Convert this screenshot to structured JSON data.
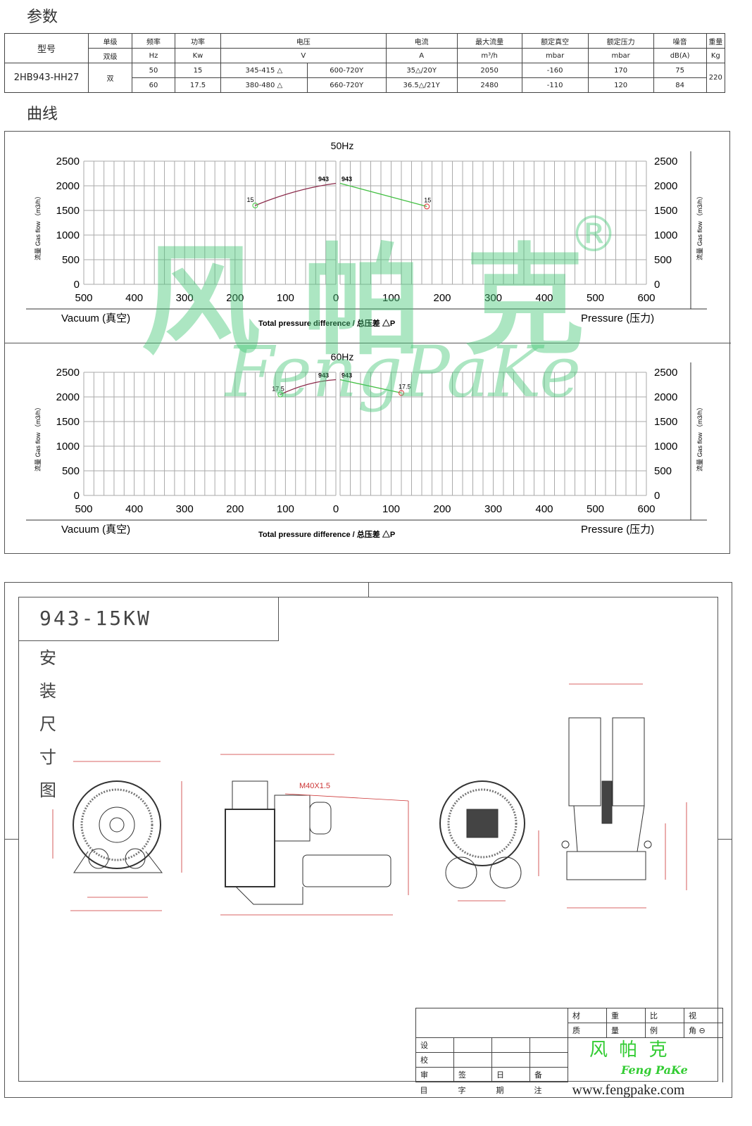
{
  "sections": {
    "params": "参数",
    "curves": "曲线"
  },
  "spec_table": {
    "model_label": "型号",
    "headers": [
      "单级",
      "频率",
      "功率",
      "电压",
      "电流",
      "最大流量",
      "额定真空",
      "额定压力",
      "噪音",
      "重量"
    ],
    "units": [
      "双级",
      "Hz",
      "Kw",
      "V",
      "A",
      "m³/h",
      "mbar",
      "mbar",
      "dB(A)",
      "Kg"
    ],
    "model": "2HB943-HH27",
    "stage": "双",
    "weight": "220",
    "rows": [
      {
        "hz": "50",
        "kw": "15",
        "v_delta": "345-415 △",
        "v_y": "600-720Y",
        "a": "35△/20Y",
        "flow": "2050",
        "vac": "-160",
        "press": "170",
        "noise": "75"
      },
      {
        "hz": "60",
        "kw": "17.5",
        "v_delta": "380-480 △",
        "v_y": "660-720Y",
        "a": "36.5△/21Y",
        "flow": "2480",
        "vac": "-110",
        "press": "120",
        "noise": "84"
      }
    ]
  },
  "chart_data": [
    {
      "type": "line",
      "title": "50Hz",
      "ylabel": "流量 Gas flow （m3/h）",
      "xlabel": "Total pressure difference / 总压差 △P",
      "left_label": "Vacuum (真空)",
      "right_label": "Pressure (压力)",
      "vacuum_ticks": [
        "500",
        "400",
        "300",
        "200",
        "100",
        "0"
      ],
      "pressure_ticks": [
        "100",
        "200",
        "300",
        "400",
        "500",
        "600"
      ],
      "y_ticks": [
        "2500",
        "2000",
        "1500",
        "1000",
        "500",
        "0"
      ],
      "ylim": [
        0,
        2500
      ],
      "vacuum_xlim": [
        0,
        500
      ],
      "pressure_xlim": [
        0,
        600
      ],
      "series": [
        {
          "name": "vacuum",
          "color": "#8b2a4a",
          "points": [
            [
              160,
              1600
            ],
            [
              0,
              2050
            ]
          ],
          "start_label": "15",
          "end_label": "943"
        },
        {
          "name": "pressure",
          "color": "#44c044",
          "points": [
            [
              0,
              2050
            ],
            [
              170,
              1580
            ]
          ],
          "start_label": "943",
          "end_label": "15"
        }
      ]
    },
    {
      "type": "line",
      "title": "60Hz",
      "ylabel": "流量 Gas flow （m3/h）",
      "xlabel": "Total pressure difference / 总压差 △P",
      "left_label": "Vacuum (真空)",
      "right_label": "Pressure (压力)",
      "vacuum_ticks": [
        "500",
        "400",
        "300",
        "200",
        "100",
        "0"
      ],
      "pressure_ticks": [
        "100",
        "200",
        "300",
        "400",
        "500",
        "600"
      ],
      "y_ticks": [
        "2500",
        "2000",
        "1500",
        "1000",
        "500",
        "0"
      ],
      "ylim": [
        0,
        2500
      ],
      "vacuum_xlim": [
        0,
        500
      ],
      "pressure_xlim": [
        0,
        600
      ],
      "series": [
        {
          "name": "vacuum",
          "color": "#8b2a4a",
          "points": [
            [
              110,
              2050
            ],
            [
              0,
              2350
            ]
          ],
          "start_label": "17.5",
          "end_label": "943"
        },
        {
          "name": "pressure",
          "color": "#44c044",
          "points": [
            [
              0,
              2350
            ],
            [
              120,
              2080
            ]
          ],
          "start_label": "943",
          "end_label": "17.5"
        }
      ]
    }
  ],
  "watermark": {
    "cn": "风帕克",
    "en": "FengPaKe",
    "reg": "®"
  },
  "drawing": {
    "title": "943-15KW",
    "side_title": [
      "安",
      "装",
      "尺",
      "寸",
      "图"
    ],
    "thread_label": "M40X1.5"
  },
  "title_block": {
    "r1": [
      "材",
      "重",
      "比",
      "视"
    ],
    "r2": [
      "质",
      "量",
      "例",
      "角"
    ],
    "rows": [
      "设",
      "校",
      "审"
    ],
    "bottom": [
      "目",
      "字",
      "期",
      "注"
    ],
    "mid": [
      "签",
      "日",
      "备"
    ],
    "logo_cn": "风 帕 克",
    "logo_en": "Feng PaKe",
    "website": "www.fengpake.com"
  }
}
